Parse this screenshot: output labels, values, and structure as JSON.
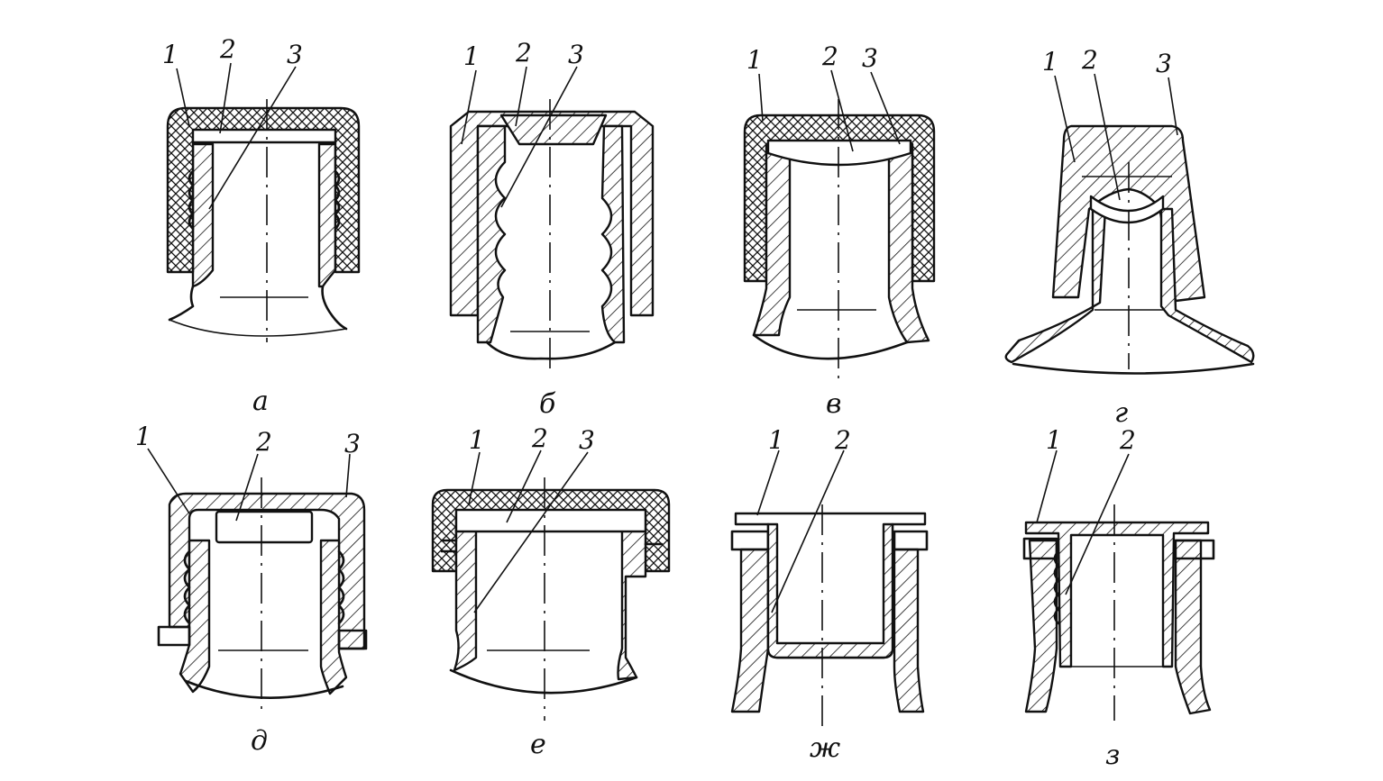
{
  "figure": {
    "panels": [
      {
        "caption": "а",
        "labels": [
          "1",
          "2",
          "3"
        ]
      },
      {
        "caption": "б",
        "labels": [
          "1",
          "2",
          "3"
        ]
      },
      {
        "caption": "в",
        "labels": [
          "1",
          "2",
          "3"
        ]
      },
      {
        "caption": "г",
        "labels": [
          "1",
          "2",
          "3"
        ]
      },
      {
        "caption": "д",
        "labels": [
          "1",
          "2",
          "3"
        ]
      },
      {
        "caption": "е",
        "labels": [
          "1",
          "2",
          "3"
        ]
      },
      {
        "caption": "ж",
        "labels": [
          "1",
          "2"
        ]
      },
      {
        "caption": "з",
        "labels": [
          "1",
          "2"
        ]
      }
    ]
  },
  "colors": {
    "ink": "#111111",
    "paper": "#ffffff"
  }
}
